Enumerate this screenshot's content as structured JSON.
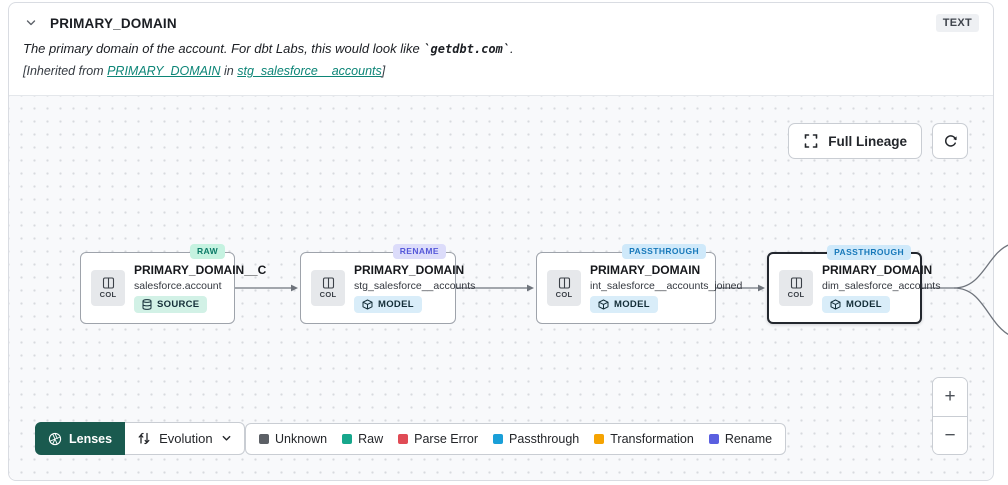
{
  "header": {
    "title": "PRIMARY_DOMAIN",
    "type_badge": "TEXT",
    "description_prefix": "The primary domain of the account. For dbt Labs, this would look like ",
    "description_code": "`getdbt.com`",
    "description_suffix": ".",
    "inherited_prefix": "[Inherited from ",
    "inherited_link_column": "PRIMARY_DOMAIN",
    "inherited_mid": " in ",
    "inherited_link_model": "stg_salesforce__accounts",
    "inherited_suffix": "]"
  },
  "toolbar": {
    "full_lineage_label": "Full Lineage"
  },
  "nodes": [
    {
      "title": "PRIMARY_DOMAIN__C",
      "subtitle": "salesforce.account",
      "kind": "SOURCE",
      "badge": "RAW",
      "col_label": "COL"
    },
    {
      "title": "PRIMARY_DOMAIN",
      "subtitle": "stg_salesforce__accounts",
      "kind": "MODEL",
      "badge": "RENAME",
      "col_label": "COL"
    },
    {
      "title": "PRIMARY_DOMAIN",
      "subtitle": "int_salesforce__accounts_joined",
      "kind": "MODEL",
      "badge": "PASSTHROUGH",
      "col_label": "COL"
    },
    {
      "title": "PRIMARY_DOMAIN",
      "subtitle": "dim_salesforce_accounts",
      "kind": "MODEL",
      "badge": "PASSTHROUGH",
      "col_label": "COL"
    }
  ],
  "footer": {
    "lenses_label": "Lenses",
    "lens_selected": "Evolution",
    "legend": [
      {
        "label": "Unknown",
        "color": "#5c6066"
      },
      {
        "label": "Raw",
        "color": "#17a78c"
      },
      {
        "label": "Parse Error",
        "color": "#e04b55"
      },
      {
        "label": "Passthrough",
        "color": "#1a9fd8"
      },
      {
        "label": "Transformation",
        "color": "#f5a302"
      },
      {
        "label": "Rename",
        "color": "#5a5fe0"
      }
    ]
  },
  "zoom_controls": {
    "zoom_in": "+",
    "zoom_out": "−"
  },
  "colors": {
    "link_teal": "#0d8577",
    "lenses_bg": "#1a5a4f",
    "raw_badge_bg": "#c5f2e0",
    "raw_badge_text": "#0b7a67",
    "rename_badge_bg": "#dcdcfa",
    "rename_badge_text": "#5558d9",
    "passthrough_badge_bg": "#cfe9fa",
    "passthrough_badge_text": "#1879ba",
    "source_badge_bg": "#d2f1e6",
    "model_badge_bg": "#d9edf9",
    "edge": "#6f747c",
    "selected_node_border": "#23272e"
  }
}
